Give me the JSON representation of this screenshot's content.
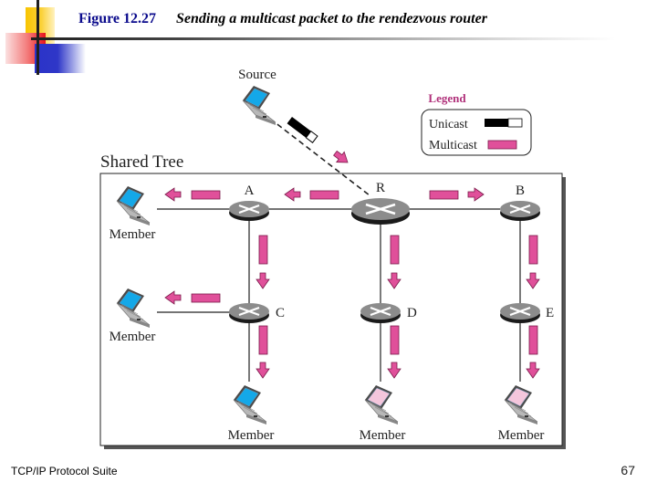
{
  "slide": {
    "figure_number": "Figure 12.27",
    "figure_caption": "Sending a multicast packet to the rendezvous router",
    "footer_left": "TCP/IP Protocol Suite",
    "page_number": "67"
  },
  "diagram": {
    "source_label": "Source",
    "shared_tree_label": "Shared Tree",
    "legend": {
      "title": "Legend",
      "unicast_label": "Unicast",
      "multicast_label": "Multicast"
    },
    "routers": [
      {
        "id": "A",
        "label": "A"
      },
      {
        "id": "R",
        "label": "R"
      },
      {
        "id": "B",
        "label": "B"
      },
      {
        "id": "C",
        "label": "C"
      },
      {
        "id": "D",
        "label": "D"
      },
      {
        "id": "E",
        "label": "E"
      }
    ],
    "members": [
      {
        "attached_to": "A",
        "label": "Member"
      },
      {
        "attached_to": "C",
        "label": "Member"
      },
      {
        "attached_to": "C",
        "label": "Member"
      },
      {
        "attached_to": "D",
        "label": "Member"
      },
      {
        "attached_to": "E",
        "label": "Member"
      }
    ],
    "colors": {
      "multicast": "#e0509a",
      "unicast": "#000000",
      "legend_title": "#b0307a",
      "screen_blue": "#14a8e8",
      "screen_pink": "#f4c6dc",
      "router": "#8a8a8a"
    }
  }
}
